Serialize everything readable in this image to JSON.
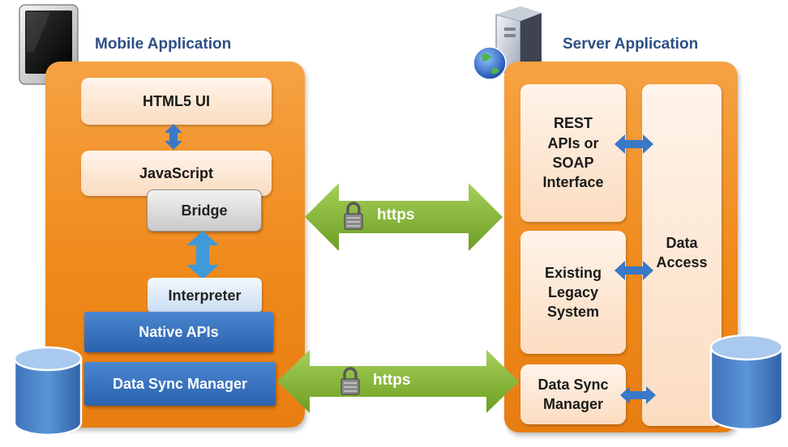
{
  "mobile": {
    "title": "Mobile Application",
    "html5_ui": "HTML5 UI",
    "javascript": "JavaScript",
    "bridge": "Bridge",
    "interpreter": "Interpreter",
    "native_apis": "Native APIs",
    "data_sync_manager": "Data Sync Manager"
  },
  "server": {
    "title": "Server Application",
    "rest_line1": "REST",
    "rest_line2": "APIs or",
    "rest_line3": "SOAP",
    "rest_line4": "Interface",
    "legacy_line1": "Existing",
    "legacy_line2": "Legacy",
    "legacy_line3": "System",
    "sync_line1": "Data Sync",
    "sync_line2": "Manager",
    "data_access_line1": "Data",
    "data_access_line2": "Access"
  },
  "connections": {
    "top_label": "https",
    "bottom_label": "https"
  },
  "icons": {
    "phone": "mobile-phone-icon",
    "server": "server-globe-icon",
    "database": "database-icon",
    "lock": "lock-icon"
  },
  "colors": {
    "panel_orange": "#f08a1c",
    "box_peach": "#fbdcc0",
    "native_blue": "#2b62ad",
    "arrow_green": "#7fb22e",
    "connector_blue": "#3a78c8",
    "title_blue": "#2d4f86"
  }
}
